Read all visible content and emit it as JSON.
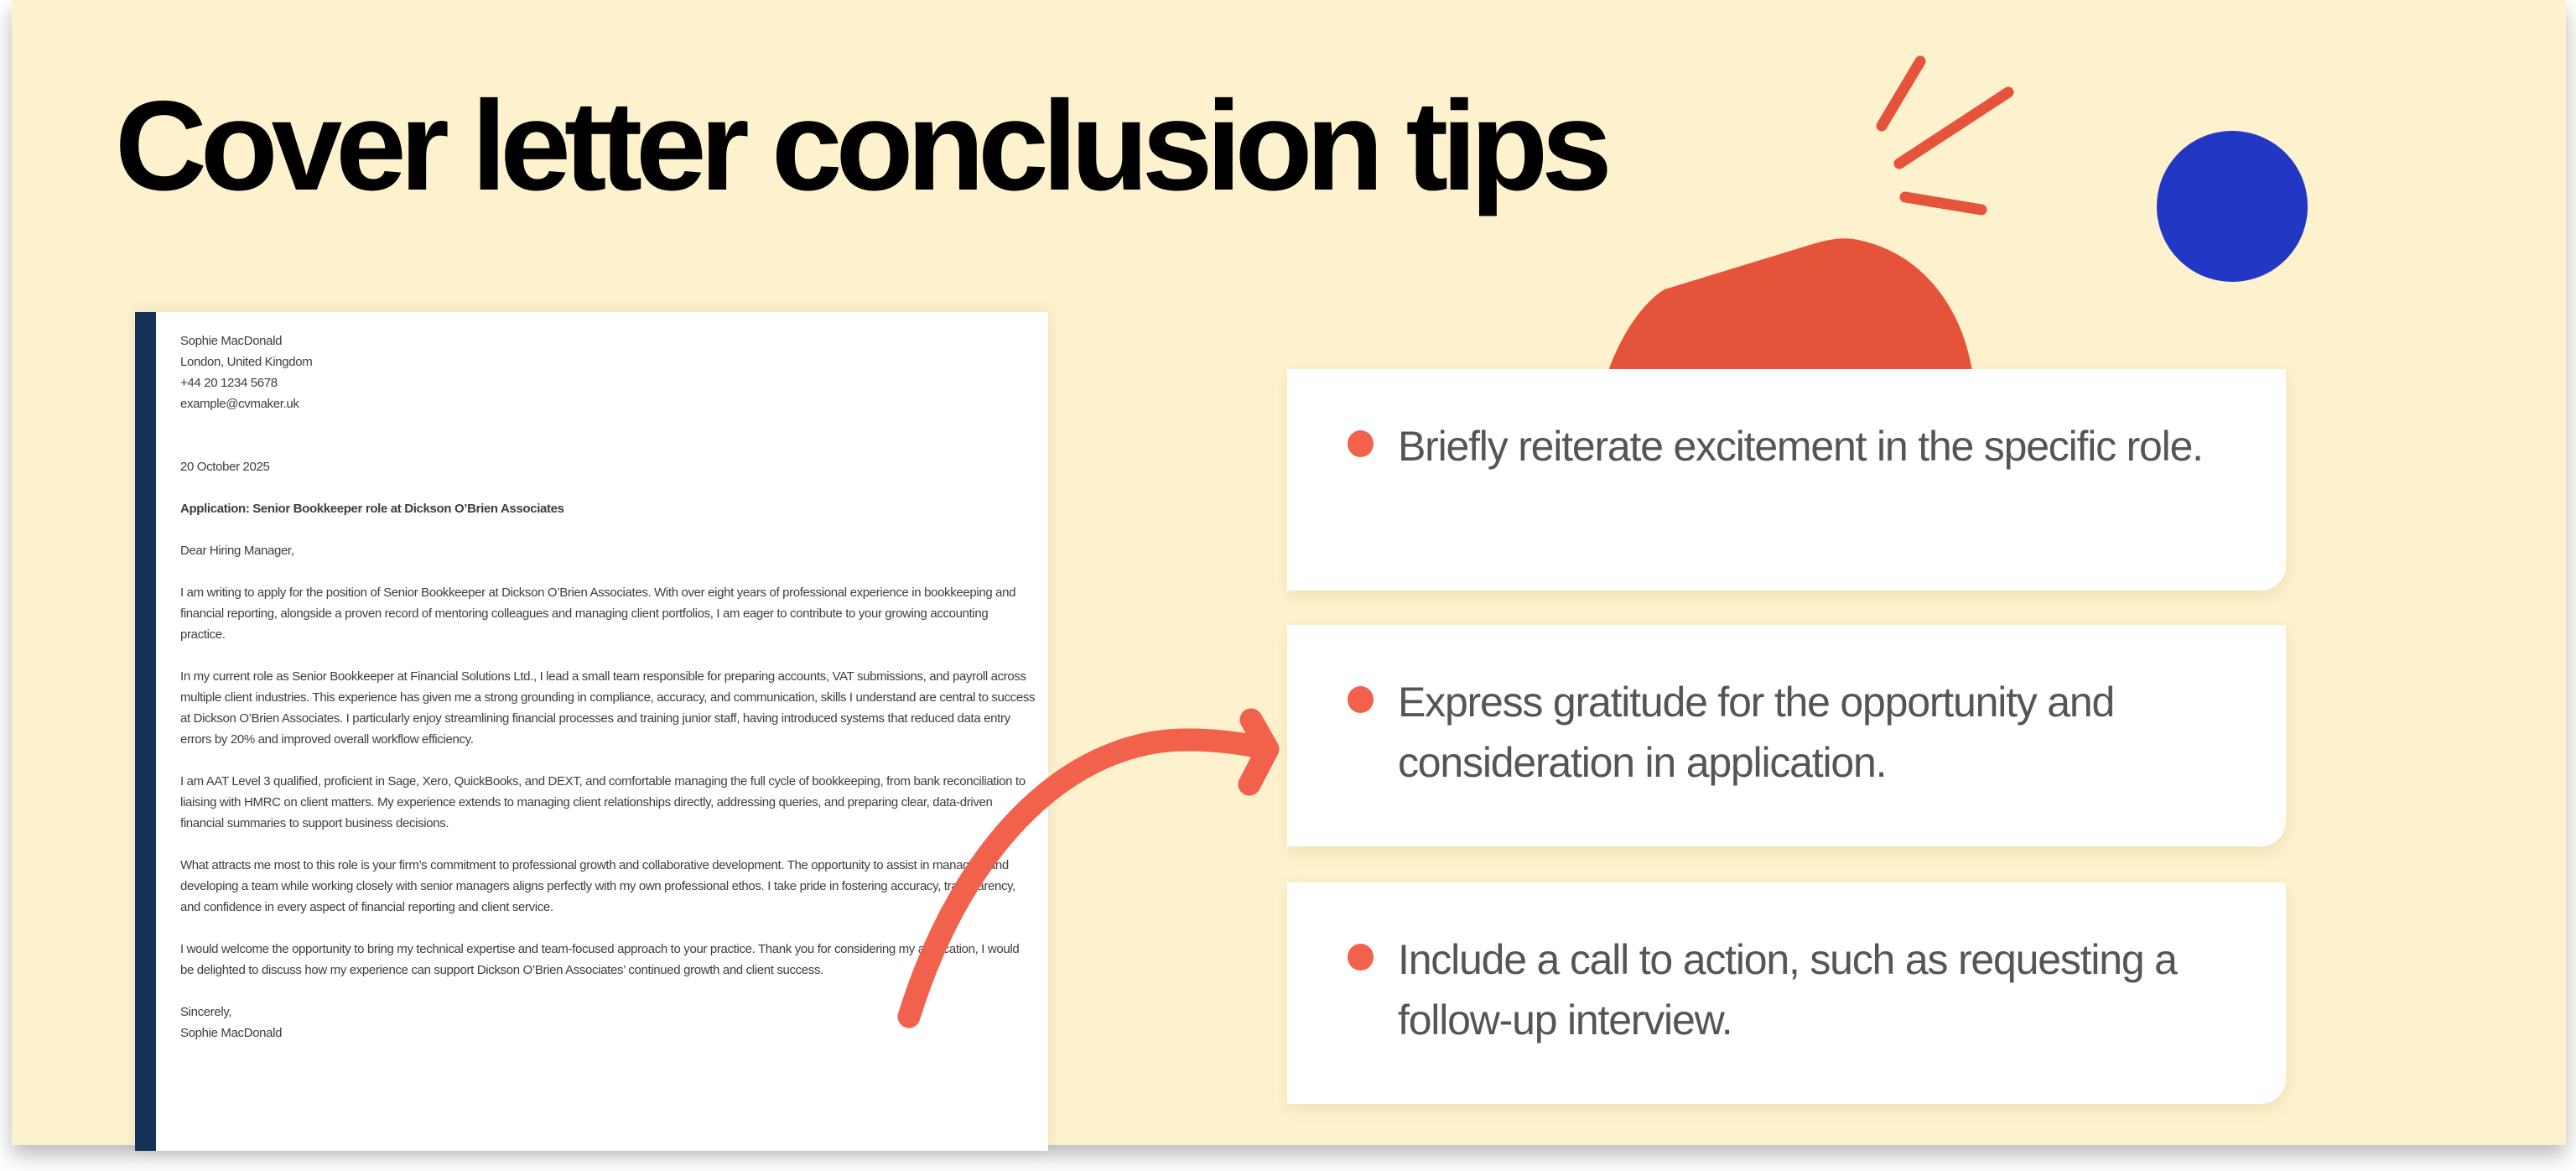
{
  "title": "Cover letter conclusion tips",
  "colors": {
    "background": "#FEF1CD",
    "accent_red": "#E5533A",
    "arrow": "#F2614B",
    "blue_circle": "#2238C4",
    "letter_bar": "#14325A",
    "tip_text": "#555555"
  },
  "letter": {
    "sender_name": "Sophie MacDonald",
    "location": "London, United Kingdom",
    "phone": "+44 20 1234 5678",
    "email": "example@cvmaker.uk",
    "date": "20 October 2025",
    "subject": "Application: Senior Bookkeeper role at Dickson O’Brien Associates",
    "salutation": "Dear Hiring Manager,",
    "paragraphs": [
      "I am writing to apply for the position of Senior Bookkeeper at Dickson O’Brien Associates. With over eight years of professional experience in bookkeeping and financial reporting, alongside a proven record of mentoring colleagues and managing client portfolios, I am eager to contribute to your growing accounting practice.",
      "In my current role as Senior Bookkeeper at Financial Solutions Ltd., I lead a small team responsible for preparing accounts, VAT submissions, and payroll across multiple client industries. This experience has given me a strong grounding in compliance, accuracy, and communication, skills I understand are central to success at Dickson O’Brien Associates. I particularly enjoy streamlining financial processes and training junior staff, having introduced systems that reduced data entry errors by 20% and improved overall workflow efficiency.",
      "I am AAT Level 3 qualified, proficient in Sage, Xero, QuickBooks, and DEXT, and comfortable managing the full cycle of bookkeeping, from bank reconciliation to liaising with HMRC on client matters. My experience extends to managing client relationships directly, addressing queries, and preparing clear, data-driven financial summaries to support business decisions.",
      "What attracts me most to this role is your firm’s commitment to professional growth and collaborative development. The opportunity to assist in managing and developing a team while working closely with senior managers aligns perfectly with my own professional ethos. I take pride in fostering accuracy, transparency, and confidence in every aspect of financial reporting and client service.",
      "I would welcome the opportunity to bring my technical expertise and team-focused approach to your practice. Thank you for considering my application, I would be delighted to discuss how my experience can support Dickson O’Brien Associates’ continued growth and client success."
    ],
    "closing": "Sincerely,",
    "signature": "Sophie MacDonald"
  },
  "tips": [
    {
      "text": "Briefly reiterate excitement in the specific role.",
      "icon": "bullet-dot-icon"
    },
    {
      "text": "Express gratitude for the opportunity and consideration in application.",
      "icon": "bullet-dot-icon"
    },
    {
      "text": "Include a call to action, such as requesting a follow-up interview.",
      "icon": "bullet-dot-icon"
    }
  ]
}
